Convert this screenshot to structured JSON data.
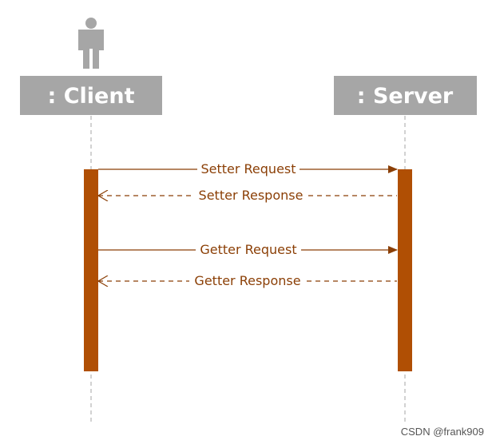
{
  "participants": {
    "client": {
      "name": ": Client"
    },
    "server": {
      "name": ": Server"
    }
  },
  "messages": [
    {
      "label": "Setter Request",
      "from": "client",
      "to": "server",
      "style": "solid"
    },
    {
      "label": "Setter Response",
      "from": "server",
      "to": "client",
      "style": "dashed"
    },
    {
      "label": "Getter Request",
      "from": "client",
      "to": "server",
      "style": "solid"
    },
    {
      "label": "Getter Response",
      "from": "server",
      "to": "client",
      "style": "dashed"
    }
  ],
  "watermark": "CSDN @frank909",
  "colors": {
    "participant_box": "#a6a6a6",
    "actor": "#a6a6a6",
    "activation": "#b04f04",
    "message": "#8b3f06",
    "lifeline": "#a6a6a6"
  }
}
